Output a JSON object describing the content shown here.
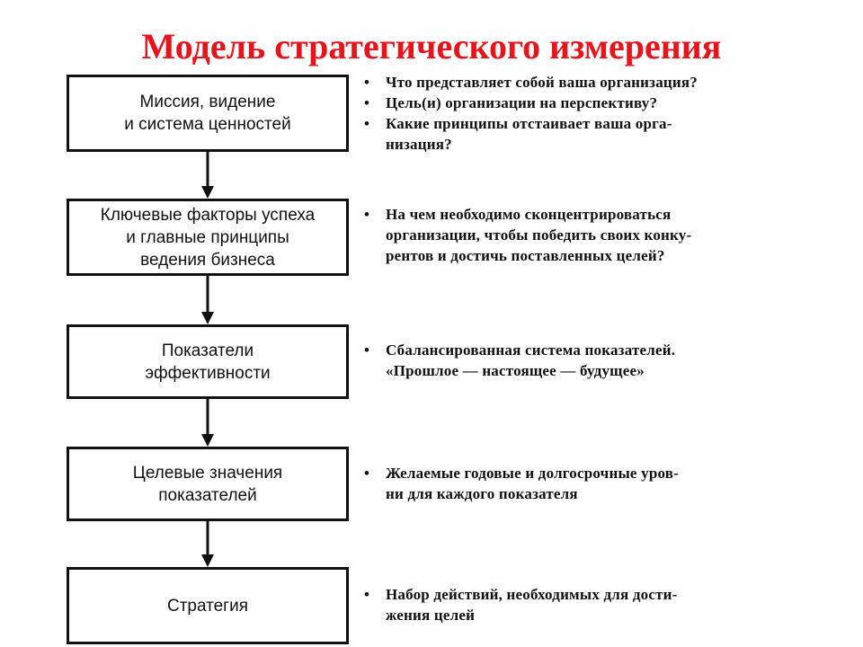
{
  "title": "Модель стратегического измерения",
  "steps": [
    {
      "label": "Миссия, видение\nи система ценностей",
      "notes": [
        "Что представляет собой ваша организация?",
        "Цель(и) организации на перспективу?",
        "Какие принципы отстаивает ваша орга-\nнизация?"
      ]
    },
    {
      "label": "Ключевые факторы успеха\nи главные принципы\nведения бизнеса",
      "notes": [
        "На чем необходимо сконцентрироваться\nорганизации, чтобы победить своих конку-\nрентов и достичь поставленных целей?"
      ]
    },
    {
      "label": "Показатели\nэффективности",
      "notes": [
        "Сбалансированная система показателей.\n«Прошлое — настоящее — будущее»"
      ]
    },
    {
      "label": "Целевые значения\nпоказателей",
      "notes": [
        "Желаемые годовые и долгосрочные уров-\nни для каждого показателя"
      ]
    },
    {
      "label": "Стратегия",
      "notes": [
        "Набор действий, необходимых для дости-\nжения целей"
      ]
    }
  ],
  "colors": {
    "title": "#e8141c",
    "line": "#111111"
  },
  "bullet_glyph": "•"
}
